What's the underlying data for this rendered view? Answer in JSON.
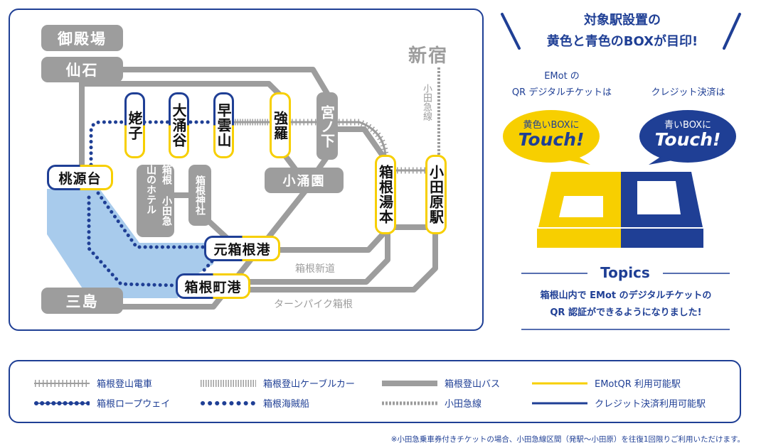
{
  "map": {
    "gray_stations": {
      "gotemba": "御殿場",
      "sengoku": "仙石",
      "mishima": "三島",
      "miyanoshita": "宮ノ下",
      "kowakien": "小涌園",
      "yamanohotel": "箱根 小田急 山のホテル",
      "hakonejinja": "箱根神社"
    },
    "stations": {
      "ubako": "姥子",
      "owakudani": "大涌谷",
      "sounzan": "早雲山",
      "gora": "強羅",
      "togendai": "桃源台",
      "motohakone": "元箱根港",
      "hakonemachi": "箱根町港",
      "yumoto": "箱根湯本",
      "odawara": "小田原駅"
    },
    "shinjuku": "新宿",
    "odakyu_line_label": "小田急線",
    "road_shindo": "箱根新道",
    "road_turnpike": "ターンパイク箱根"
  },
  "right": {
    "headline_1": "対象駅設置の",
    "headline_2": "黄色と青色のBOXが目印!",
    "emot_1": "EMot の",
    "emot_2": "QR デジタルチケットは",
    "credit": "クレジット決済は",
    "bubble_yellow_1": "黄色いBOXに",
    "bubble_yellow_2": "Touch!",
    "bubble_blue_1": "青いBOXに",
    "bubble_blue_2": "Touch!",
    "topics_title": "Topics",
    "topics_1": "箱根山内で EMot のデジタルチケットの",
    "topics_2": "QR 認証ができるようになりました!"
  },
  "legend": [
    {
      "label": "箱根登山電車"
    },
    {
      "label": "箱根登山ケーブルカー"
    },
    {
      "label": "箱根登山バス"
    },
    {
      "label": "EMotQR 利用可能駅"
    },
    {
      "label": "箱根ロープウェイ"
    },
    {
      "label": "箱根海賊船"
    },
    {
      "label": "小田急線"
    },
    {
      "label": "クレジット決済利用可能駅"
    }
  ],
  "footnote": "※小田急乗車券付きチケットの場合、小田急線区間（発駅〜小田原）を往復1回限りご利用いただけます。",
  "colors": {
    "blue": "#1f3f95",
    "yellow": "#f7cf00",
    "gray": "#9d9d9d",
    "lake": "#a8cbec"
  }
}
